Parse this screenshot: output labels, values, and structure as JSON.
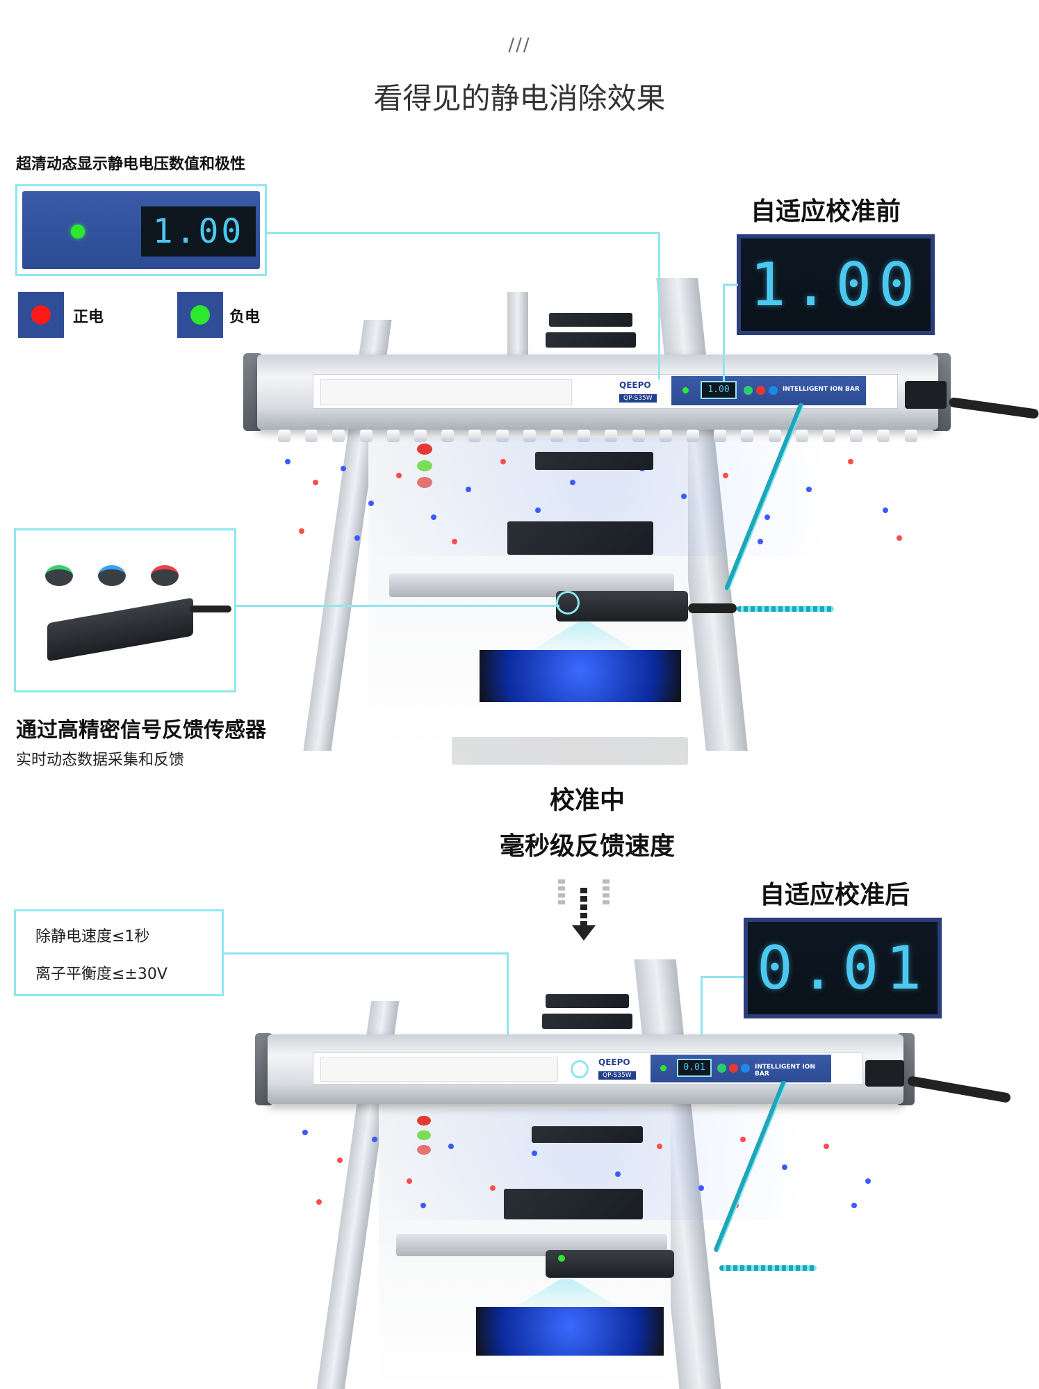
{
  "header": {
    "slashes": "///",
    "title": "看得见的静电消除效果"
  },
  "display_section": {
    "heading": "超清动态显示静电电压数值和极性",
    "reading": "1.00",
    "legend": [
      {
        "label": "正电",
        "color": "#ff1a1a"
      },
      {
        "label": "负电",
        "color": "#2ee82e"
      }
    ]
  },
  "before": {
    "title": "自适应校准前",
    "reading": "1.00"
  },
  "sensor_section": {
    "title": "通过高精密信号反馈传感器",
    "subtitle": "实时动态数据采集和反馈"
  },
  "during": {
    "line1": "校准中",
    "line2": "毫秒级反馈速度"
  },
  "after": {
    "title": "自适应校准后",
    "reading": "0.01"
  },
  "specs": {
    "items": [
      "除静电速度≤1秒",
      "离子平衡度≤±30V"
    ]
  },
  "device": {
    "brand": "QEEPO",
    "model": "QP-S35W",
    "name": "INTELLIGENT ION BAR",
    "panel_reading_top": "1.00",
    "panel_reading_bottom": "0.01"
  },
  "colors": {
    "accent_cyan": "#8fe6f0",
    "lcd_digits": "#4cc9f0",
    "panel_blue": "#2f4e97",
    "positive": "#ff1a1a",
    "negative": "#2ee82e"
  }
}
